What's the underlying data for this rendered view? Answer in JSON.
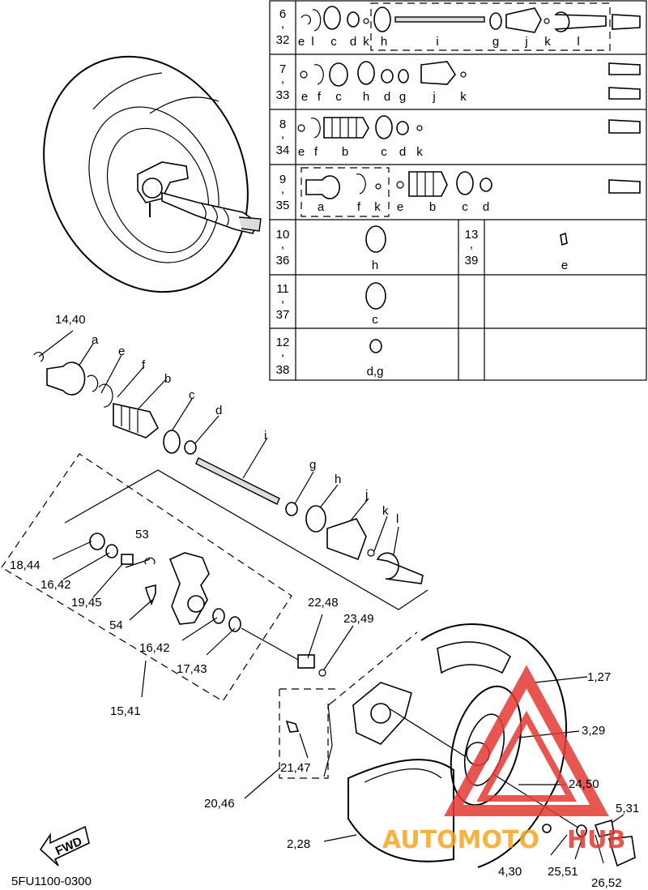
{
  "diagram_code": "5FU1100-0300",
  "fwd_label": "FWD",
  "watermark": {
    "text_a": "AUTOMOTO",
    "text_b": "HUB",
    "color_orange": "#f5a623",
    "color_red": "#e53935"
  },
  "table": {
    "rows": [
      {
        "num_a": "6",
        "num_b": "32",
        "items": "e l c d k h i g j k l"
      },
      {
        "num_a": "7",
        "num_b": "33",
        "items": "e f c h d g j k"
      },
      {
        "num_a": "8",
        "num_b": "34",
        "items": "e f b c d k"
      },
      {
        "num_a": "9",
        "num_b": "35",
        "items": "a f k e b c d"
      },
      {
        "num_a": "10",
        "num_b": "36",
        "items": "h",
        "num2_a": "13",
        "num2_b": "39",
        "items2": "e"
      },
      {
        "num_a": "11",
        "num_b": "37",
        "items": "c"
      },
      {
        "num_a": "12",
        "num_b": "38",
        "items": "d,g"
      }
    ],
    "sep": ","
  },
  "callouts": {
    "c14_40": "14,40",
    "a": "a",
    "e": "e",
    "f": "f",
    "b": "b",
    "c": "c",
    "d": "d",
    "i": "i",
    "g": "g",
    "h": "h",
    "j": "j",
    "k": "k",
    "l": "l",
    "c53": "53",
    "c18_44": "18,44",
    "c16_42a": "16,42",
    "c19_45": "19,45",
    "c54": "54",
    "c16_42b": "16,42",
    "c17_43": "17,43",
    "c15_41": "15,41",
    "c22_48": "22,48",
    "c23_49": "23,49",
    "c1_27": "1,27",
    "c3_29": "3,29",
    "c24_50": "24,50",
    "c5_31": "5,31",
    "c20_46": "20,46",
    "c21_47": "21,47",
    "c2_28": "2,28",
    "c4_30": "4,30",
    "c25_51": "25,51",
    "c26_52": "26,52"
  }
}
